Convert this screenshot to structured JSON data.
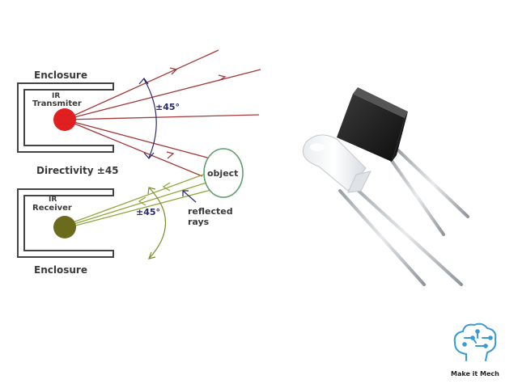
{
  "diagram": {
    "labels": {
      "enclosure_top": "Enclosure",
      "transmitter_line1": "IR",
      "transmitter_line2": "Transmiter",
      "angle_top": "±45°",
      "directivity": "Directivity ±45",
      "object": "object",
      "receiver_line1": "IR",
      "receiver_line2": "Receiver",
      "angle_bottom": "±45°",
      "reflected_line1": "reflected",
      "reflected_line2": "rays",
      "enclosure_bottom": "Enclosure"
    },
    "colors": {
      "transmitter": "#e02020",
      "receiver": "#6b6b1e",
      "transmit_rays": "#a23a3a",
      "reflected_rays": "#8fa83c",
      "object_outline": "#5f9e6a",
      "arrow": "#2a2a6a"
    }
  },
  "photo": {
    "components": [
      "clear-ir-led-icon",
      "black-ir-sensor-icon"
    ]
  },
  "logo": {
    "text": "Make it Mech",
    "icon": "brain-circuit-icon",
    "color": "#3a9ad6"
  }
}
